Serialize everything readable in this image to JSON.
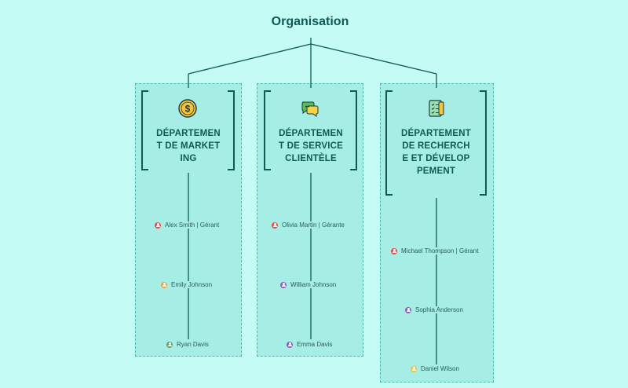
{
  "title": "Organisation",
  "colors": {
    "accent": "#0e5a55",
    "bg": "#c4fbf5",
    "column": "#a6eee5"
  },
  "departments": [
    {
      "icon": "dollar-coin-icon",
      "title": "DÉPARTEMENT DE MARKETING",
      "members": [
        {
          "name": "Alex Smith | Gérant",
          "color": "#e84b4b"
        },
        {
          "name": "Emily Johnson",
          "color": "#f0a23b"
        },
        {
          "name": "Ryan Davis",
          "color": "#5aa66e"
        }
      ]
    },
    {
      "icon": "chat-bubbles-icon",
      "title": "DÉPARTEMENT DE SERVICE CLIENTÈLE",
      "members": [
        {
          "name": "Olivia Martin | Gérante",
          "color": "#e84b4b"
        },
        {
          "name": "William Johnson",
          "color": "#8c5cc7"
        },
        {
          "name": "Emma Davis",
          "color": "#8c5cc7"
        }
      ]
    },
    {
      "icon": "checklist-icon",
      "title": "DÉPARTEMENT DE RECHERCHE ET DÉVELOPPEMENT",
      "members": [
        {
          "name": "Michael Thompson | Gérant",
          "color": "#e84b4b"
        },
        {
          "name": "Sophia Anderson",
          "color": "#8c5cc7"
        },
        {
          "name": "Daniel Wilson",
          "color": "#f0c23b"
        }
      ]
    }
  ]
}
